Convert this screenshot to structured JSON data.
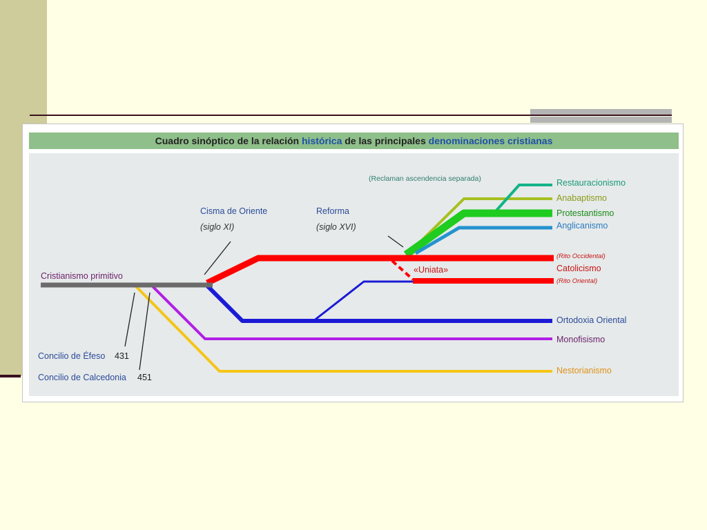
{
  "figure": {
    "title": {
      "part1": "Cuadro sinóptico de la relación ",
      "part2": "histórica",
      "part3": " de las principales ",
      "part4": "denominaciones cristianas"
    }
  },
  "labels": {
    "origin": "Cristianismo primitivo",
    "schism": "Cisma de Oriente",
    "schism_date": "(siglo XI)",
    "reform": "Reforma",
    "reform_date": "(siglo XVI)",
    "separate_claim": "(Reclaman ascendencia separada)",
    "uniata": "«Uniata»",
    "ephesus_name": "Concilio de Éfeso",
    "ephesus_year": "431",
    "chalcedon_name": "Concilio de Calcedonia",
    "chalcedon_year": "451"
  },
  "branches": {
    "restauracionismo": "Restauracionismo",
    "anabaptismo": "Anabaptismo",
    "protestantismo": "Protestantismo",
    "anglicanismo": "Anglicanismo",
    "rito_occidental": "(Rito Occidental)",
    "catolicismo": "Catolicismo",
    "rito_oriental": "(Rito Oriental)",
    "ortodoxia": "Ortodoxia Oriental",
    "monofisismo": "Monofisismo",
    "nestorianismo": "Nestorianismo"
  },
  "colors": {
    "background": "#ffffe5",
    "header": "#8fbf8a",
    "primitive": "#6b6b6b",
    "catholic": "#ff0000",
    "orthodox": "#1b1bd6",
    "monophysite": "#b21fe6",
    "nestorian": "#f5c518",
    "protestant": "#1fcc1f",
    "anabaptist": "#a6bf1f",
    "anglican": "#2493cf",
    "restorationist": "#14b389"
  }
}
